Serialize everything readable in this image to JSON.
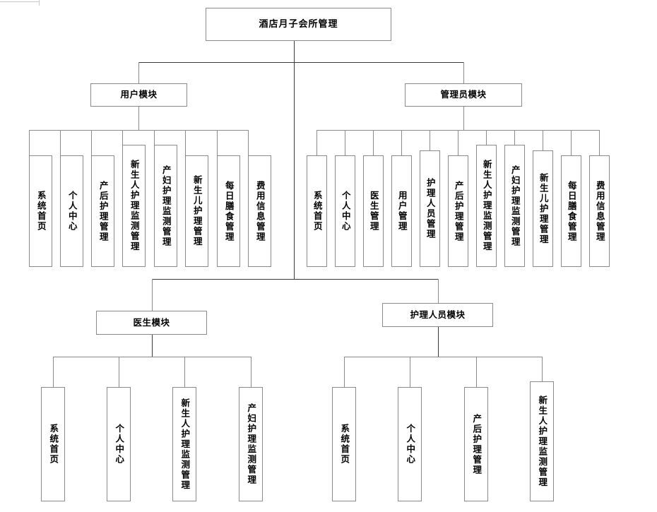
{
  "diagram": {
    "title": "酒店月子会所管理",
    "type": "system-structure-tree",
    "root": {
      "label": "酒店月子会所管理"
    },
    "modules": [
      {
        "id": "user-module",
        "label": "用户模块",
        "children": [
          "系统首页",
          "个人中心",
          "产后护理管理",
          "新生人护理监测管理",
          "产妇护理监测管理",
          "新生儿护理管理",
          "每日膳食管理",
          "费用信息管理"
        ]
      },
      {
        "id": "admin-module",
        "label": "管理员模块",
        "children": [
          "系统首页",
          "个人中心",
          "医生管理",
          "用户管理",
          "护理人员管理",
          "产后护理管理",
          "新生人护理监测管理",
          "产妇护理监测管理",
          "新生儿护理管理",
          "每日膳食管理",
          "费用信息管理"
        ]
      },
      {
        "id": "doctor-module",
        "label": "医生模块",
        "children": [
          "系统首页",
          "个人中心",
          "新生人护理监测管理",
          "产妇护理监测管理"
        ]
      },
      {
        "id": "nurse-module",
        "label": "护理人员模块",
        "children": [
          "系统首页",
          "个人中心",
          "产后护理管理",
          "新生人护理监测管理"
        ]
      }
    ],
    "colors": {
      "box_border": "#8a8a8a",
      "connector": "#8a8a8a",
      "connector_dark": "#3a3a3a",
      "text": "#000000",
      "background": "#ffffff"
    }
  }
}
